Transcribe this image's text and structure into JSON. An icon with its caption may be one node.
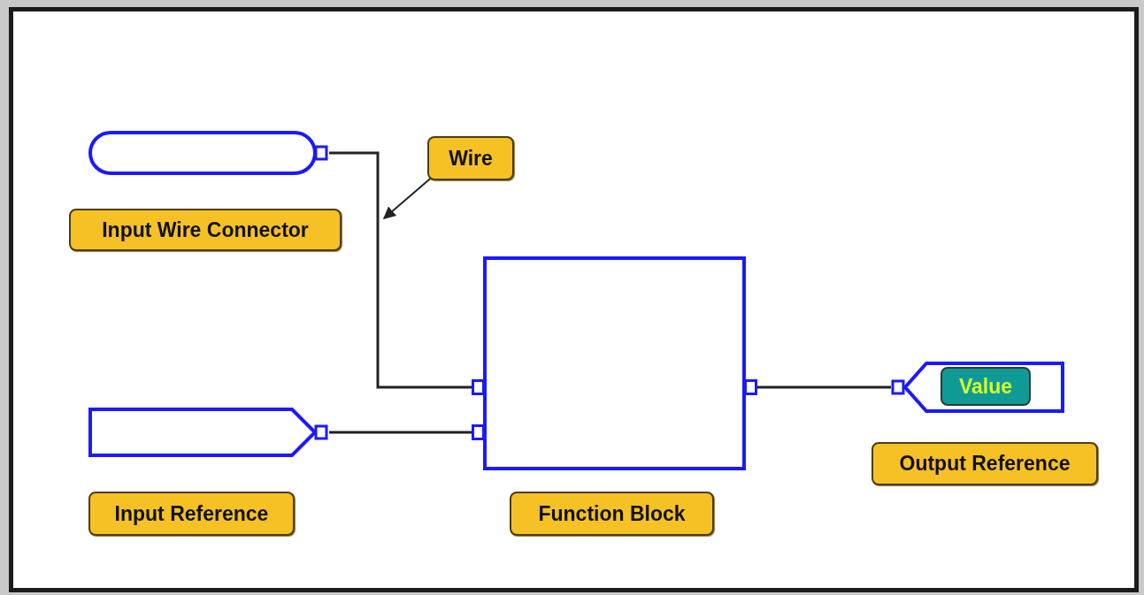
{
  "diagram": {
    "nodes": [
      {
        "text": [],
        "shape": "pill"
      },
      {
        "text": [
          "Wire"
        ]
      },
      {
        "text": [
          "Input Wire Connector"
        ]
      },
      {
        "text": [],
        "shape": "box"
      },
      {
        "text": [],
        "shape": "tag"
      },
      {
        "text": [
          "Value"
        ],
        "in": 4
      },
      {
        "text": [],
        "shape": "tag"
      },
      {
        "text": [
          "Output Reference"
        ]
      },
      {
        "text": [
          "Input Reference"
        ]
      },
      {
        "text": [
          "Function Block"
        ]
      }
    ],
    "edges": [
      {
        "from": 0,
        "to": 3,
        "arrow": "none"
      },
      {
        "from": 6,
        "to": 3,
        "arrow": "none"
      },
      {
        "from": 3,
        "to": 4,
        "arrow": "none"
      },
      {
        "from": 1,
        "to": null,
        "arrow": "to"
      }
    ]
  }
}
